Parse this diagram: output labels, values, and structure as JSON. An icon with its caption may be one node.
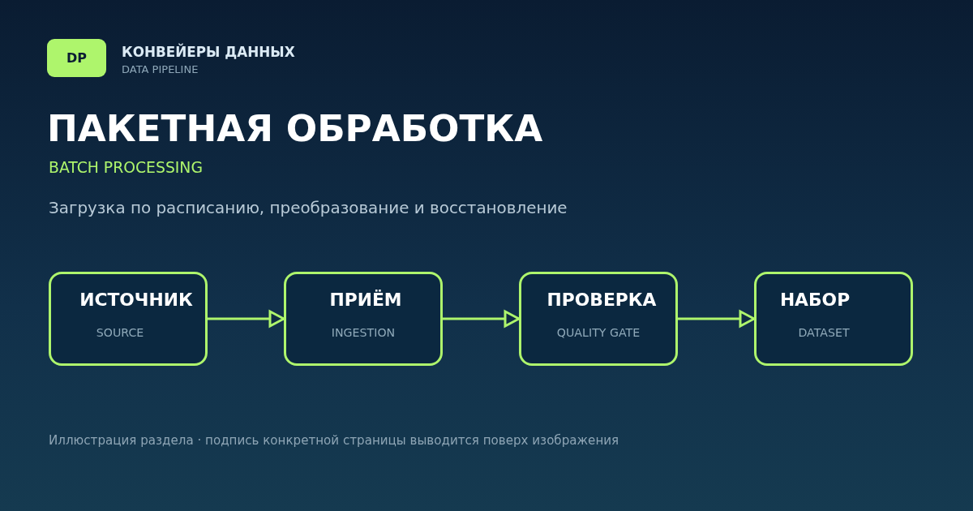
{
  "diagram": {
    "title": "ПАКЕТНАЯ ОБРАБОТКА",
    "caption": "Иллюстрация раздела · подпись конкретной страницы выводится поверх изображения",
    "nodes": [
      {
        "text": [
          "DP"
        ]
      },
      {
        "text": [
          "ИСТОЧНИК",
          "SOURCE"
        ]
      },
      {
        "text": [
          "ПРИЁМ",
          "INGESTION"
        ]
      },
      {
        "text": [
          "ПРОВЕРКА",
          "QUALITY GATE"
        ]
      },
      {
        "text": [
          "НАБОР",
          "DATASET"
        ]
      }
    ],
    "edges": [
      {
        "from": 1,
        "to": 2,
        "arrow": "to"
      },
      {
        "from": 2,
        "to": 3,
        "arrow": "to"
      },
      {
        "from": 3,
        "to": 4,
        "arrow": "to"
      }
    ],
    "labels": [
      "КОНВЕЙЕРЫ ДАННЫХ",
      "DATA PIPELINE",
      "BATCH PROCESSING",
      "Загрузка по расписанию, преобразование и восстановление"
    ]
  }
}
